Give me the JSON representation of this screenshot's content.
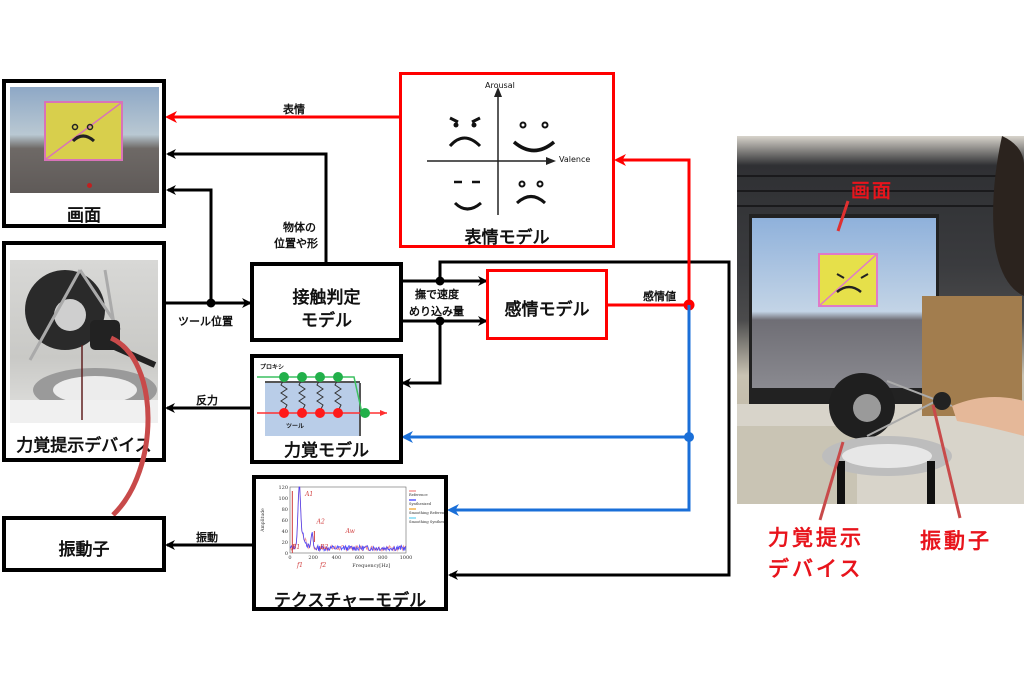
{
  "blocks": {
    "screen": {
      "label": "画面"
    },
    "haptic_device": {
      "label": "力覚提示デバイス"
    },
    "vibrator": {
      "label": "振動子"
    },
    "contact_model": {
      "label_line1": "接触判定",
      "label_line2": "モデル"
    },
    "force_model": {
      "label": "力覚モデル",
      "proxy_label": "プロキシ",
      "tool_label": "ツール"
    },
    "texture_model": {
      "label": "テクスチャーモデル"
    },
    "emotion_model": {
      "label": "感情モデル"
    },
    "expression_model": {
      "label": "表情モデル",
      "y_axis": "Arousal",
      "x_axis": "Valence"
    }
  },
  "edges": {
    "expression": "表情",
    "object_pos_shape_line1": "物体の",
    "object_pos_shape_line2": "位置や形",
    "tool_position": "ツール位置",
    "stroke_speed": "撫で速度",
    "indentation": "めり込み量",
    "emotion_value": "感情値",
    "reaction_force": "反力",
    "vibration": "振動"
  },
  "photo_labels": {
    "screen": "画面",
    "device_line1": "力覚提示",
    "device_line2": "デバイス",
    "vibrator": "振動子"
  },
  "texture_chart": {
    "type": "line",
    "ylabel": "Amplitude",
    "xlabel": "Frequency[Hz]",
    "y_ticks": [
      "120",
      "100",
      "80",
      "60",
      "40",
      "20",
      "0"
    ],
    "x_ticks": [
      "0",
      "200",
      "400",
      "600",
      "800",
      "1000"
    ],
    "legend": [
      "Reference",
      "Synthesized",
      "Smoothing Reference",
      "Smoothing Synthesized"
    ],
    "legend_colors": [
      "#f08080",
      "#3030ff",
      "#f0a020",
      "#60d0f0"
    ],
    "annotations": [
      "A1",
      "A2",
      "Aw",
      "B1",
      "B2",
      "f1",
      "f2"
    ],
    "xlim": [
      0,
      1000
    ],
    "ylim": [
      0,
      120
    ]
  },
  "colors": {
    "black": "#000000",
    "red": "#ff0000",
    "blue": "#1a6fd8",
    "cable": "#c84a4a",
    "photo_label": "#e8141c"
  }
}
